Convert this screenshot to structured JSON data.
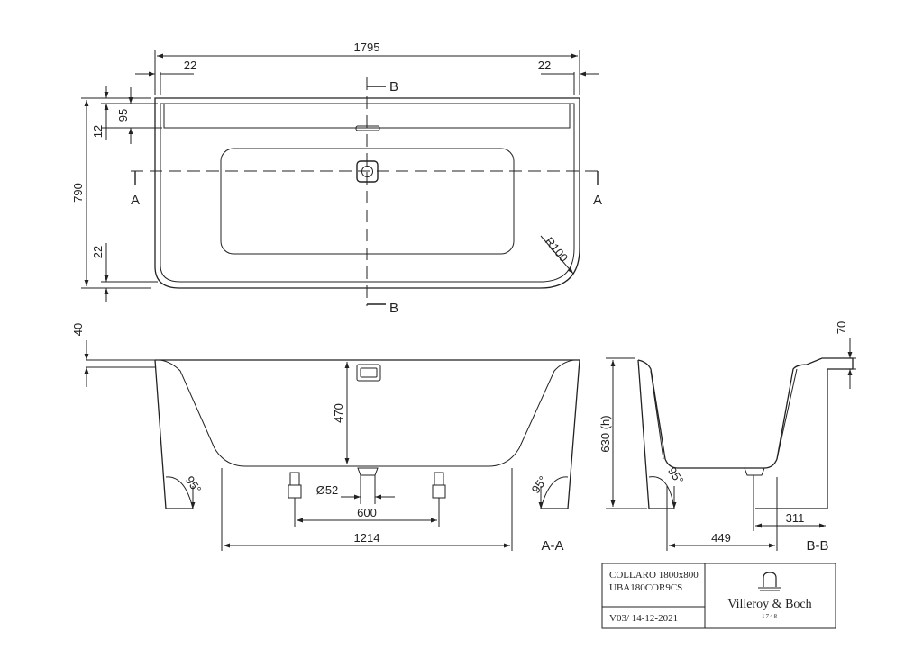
{
  "dimensions": {
    "overall_length": "1795",
    "rim_left": "22",
    "rim_right": "22",
    "overall_width": "790",
    "shelf_depth": "95",
    "shelf_step": "12",
    "rim_front": "22",
    "corner_radius": "R100",
    "rim_height": "40",
    "inner_depth": "470",
    "drain_diameter": "Ø52",
    "feet_spacing": "600",
    "base_length": "1214",
    "angle_left": "95°",
    "angle_right": "95°",
    "rim_height_side": "70",
    "total_height": "630 (h)",
    "angle_side": "95°",
    "base_width": "449",
    "drain_offset": "311"
  },
  "section_marks": {
    "b_top": "B",
    "b_bottom": "B",
    "a_left": "A",
    "a_right": "A"
  },
  "view_labels": {
    "section_aa": "A-A",
    "section_bb": "B-B"
  },
  "title_block": {
    "model": "COLLARO 1800x800",
    "code": "UBA180COR9CS",
    "version": "V03/ 14-12-2021",
    "brand": "Villeroy & Boch",
    "brand_year": "1748"
  }
}
